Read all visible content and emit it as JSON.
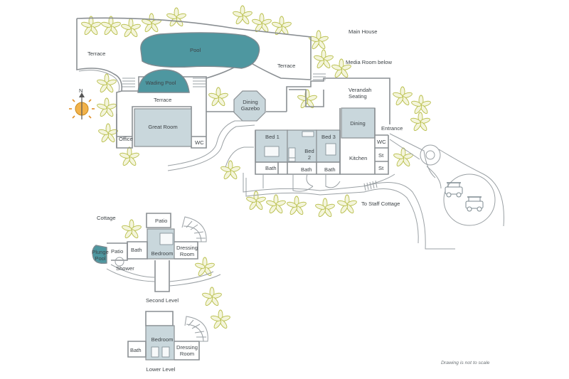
{
  "plan": {
    "main_house": {
      "title": "Main House",
      "media_room": "Media Room below",
      "terrace_left": "Terrace",
      "terrace_right": "Terrace",
      "terrace_middle": "Terrace",
      "pool": "Pool",
      "wading_pool": "Wading Pool",
      "dining_gazebo_1": "Dining",
      "dining_gazebo_2": "Gazebo",
      "verandah_1": "Verandah",
      "verandah_2": "Seating",
      "great_room": "Great Room",
      "office": "Office",
      "wc_left": "WC",
      "bed1": "Bed 1",
      "bed2_1": "Bed",
      "bed2_2": "2",
      "bed3": "Bed 3",
      "bath1": "Bath",
      "bath2": "Bath",
      "bath3": "Bath",
      "dining": "Dining",
      "kitchen": "Kitchen",
      "wc_right": "WC",
      "st1": "St",
      "st2": "St",
      "entrance": "Entrance",
      "to_staff": "To Staff Cottage"
    },
    "compass": {
      "label": "N"
    },
    "cottage": {
      "title": "Cottage",
      "patio_top": "Patio",
      "patio_left": "Patio",
      "plunge_1": "Plunge",
      "plunge_2": "Pool",
      "bath": "Bath",
      "bedroom": "Bedroom",
      "dressing_1": "Dressing",
      "dressing_2": "Room",
      "shower": "Shower",
      "level": "Second Level"
    },
    "lower": {
      "bath": "Bath",
      "bedroom": "Bedroom",
      "dressing_1": "Dressing",
      "dressing_2": "Room",
      "level": "Lower Level"
    },
    "note": "Drawing is not to scale",
    "colors": {
      "pool": "#4e97a0",
      "room": "#c9d7dc",
      "wall": "#8a8f93",
      "palm": "#b8be4a"
    }
  }
}
